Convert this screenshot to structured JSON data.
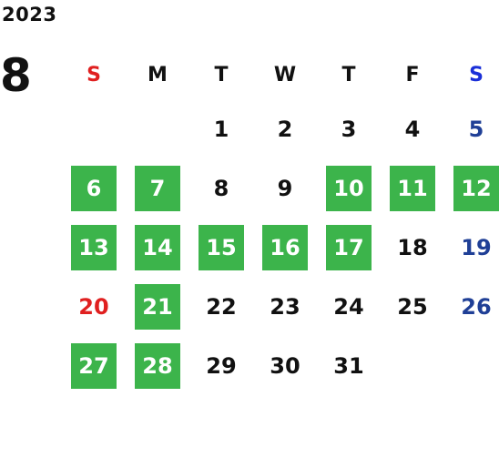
{
  "calendar": {
    "year": "2023",
    "month": "8",
    "weekdays": [
      "S",
      "M",
      "T",
      "W",
      "T",
      "F",
      "S"
    ],
    "weeks": [
      [
        "",
        "",
        "1",
        "2",
        "3",
        "4",
        "5"
      ],
      [
        "6",
        "7",
        "8",
        "9",
        "10",
        "11",
        "12"
      ],
      [
        "13",
        "14",
        "15",
        "16",
        "17",
        "18",
        "19"
      ],
      [
        "20",
        "21",
        "22",
        "23",
        "24",
        "25",
        "26"
      ],
      [
        "27",
        "28",
        "29",
        "30",
        "31",
        "",
        ""
      ]
    ],
    "highlighted_days": [
      "6",
      "7",
      "10",
      "11",
      "12",
      "13",
      "14",
      "15",
      "16",
      "17",
      "21",
      "27",
      "28"
    ]
  },
  "colors": {
    "highlight": "#3cb44b",
    "sunday": "#e02020",
    "saturday_header": "#1a2fd8",
    "saturday_day": "#1f3f96",
    "text": "#111111"
  }
}
